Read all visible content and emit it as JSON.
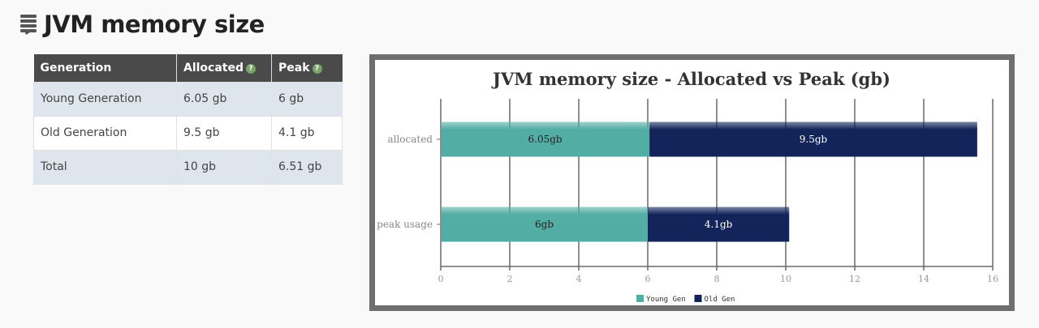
{
  "page": {
    "title": "JVM memory size",
    "icon": "server-stack-icon"
  },
  "table": {
    "headers": [
      {
        "label": "Generation",
        "help": false
      },
      {
        "label": "Allocated",
        "help": true
      },
      {
        "label": "Peak",
        "help": true
      }
    ],
    "help_icon": "question-circle-icon",
    "rows": [
      {
        "generation": "Young Generation",
        "allocated": "6.05 gb",
        "peak": "6 gb"
      },
      {
        "generation": "Old Generation",
        "allocated": "9.5 gb",
        "peak": "4.1 gb"
      },
      {
        "generation": "Total",
        "allocated": "10 gb",
        "peak": "6.51 gb"
      }
    ]
  },
  "chart_data": {
    "type": "bar",
    "orientation": "horizontal",
    "stacked": true,
    "title": "JVM memory size - Allocated vs Peak (gb)",
    "categories": [
      "allocated",
      "peak usage"
    ],
    "series": [
      {
        "name": "Young Gen",
        "values": [
          6.05,
          6
        ],
        "labels": [
          "6.05gb",
          "6gb"
        ],
        "color": "#52ada4",
        "label_color": "#222222"
      },
      {
        "name": "Old Gen",
        "values": [
          9.5,
          4.1
        ],
        "labels": [
          "9.5gb",
          "4.1gb"
        ],
        "color": "#13245a",
        "label_color": "#ffffff"
      }
    ],
    "xlim": [
      0,
      16
    ],
    "xticks": [
      0,
      2,
      4,
      6,
      8,
      10,
      12,
      14,
      16
    ],
    "grid": true,
    "legend": "bottom-center",
    "frame_color": "#6e6e6e"
  }
}
